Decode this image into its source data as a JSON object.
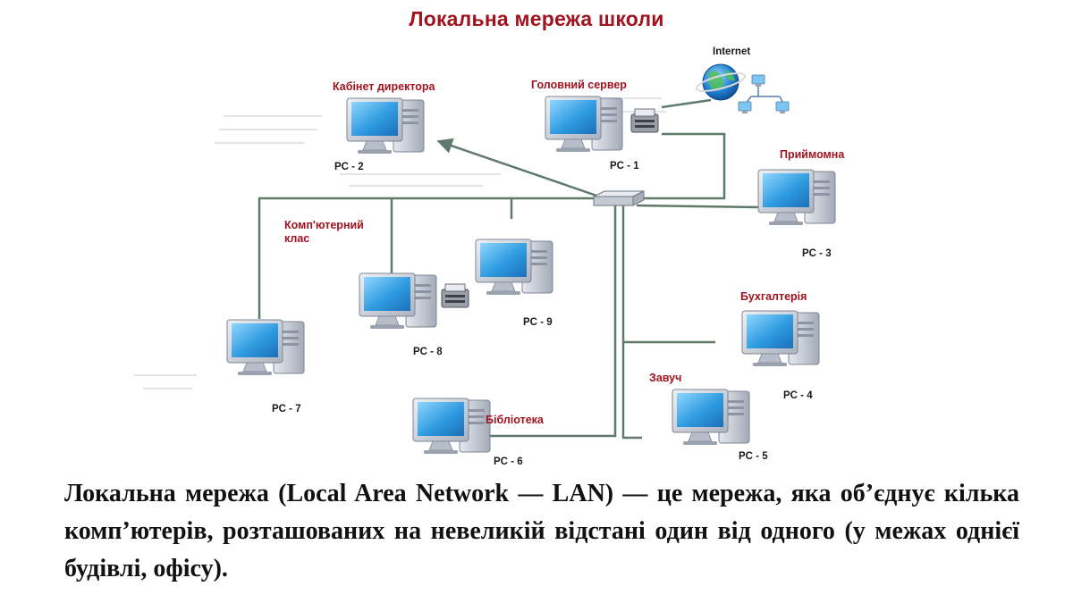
{
  "title": "Локальна мережа школи",
  "internet_label": "Internet",
  "rooms": {
    "director": "Кабінет директора",
    "server": "Головний сервер",
    "reception": "Приймомна",
    "computer_class": "Комп'ютерний клас",
    "accounting": "Бухгалтерія",
    "head_teacher": "Завуч",
    "library": "Бібліотека"
  },
  "pcs": {
    "pc1": "PC - 1",
    "pc2": "PC - 2",
    "pc3": "PC - 3",
    "pc4": "PC - 4",
    "pc5": "PC - 5",
    "pc6": "PC - 6",
    "pc7": "PC - 7",
    "pc8": "PC - 8",
    "pc9": "PC - 9"
  },
  "description": "Локальна мережа (Local Area Network — LAN) — це мережа, яка об’єднує кілька комп’ютерів, розташованих на невеликій відстані один від одного (у межах однієї будівлі, офісу).",
  "colors": {
    "title": "#a0131f",
    "cable": "#5f7a6a",
    "screen": "#3aa6e8",
    "case": "#c9cfd8"
  }
}
